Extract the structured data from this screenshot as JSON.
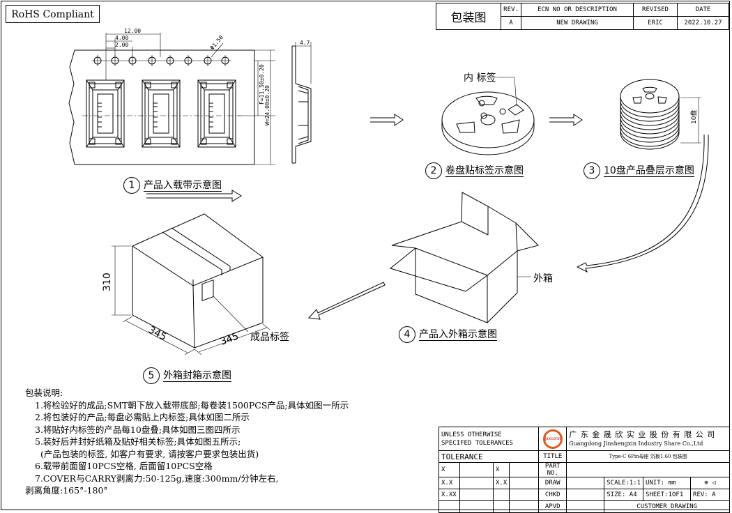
{
  "rohs": "RoHS Compliant",
  "header": {
    "title": "包装图",
    "rev_header": "REV.",
    "ecn_header": "ECN NO OR DESCRIPTION",
    "revised_header": "REVISED",
    "date_header": "DATE",
    "rev": "A",
    "ecn": "NEW DRAWING",
    "revised": "ERIC",
    "date": "2022.10.27"
  },
  "tape": {
    "dim_12": "12.00",
    "dim_4": "4.00",
    "dim_2": "2.00",
    "dim_hole": "Φ1.50",
    "dim_f": "F=11.50±0.20",
    "dim_w": "W=24.00±0.20",
    "dim_depth": "4.7"
  },
  "steps": [
    {
      "num": "1",
      "label": "产品入载带示意图"
    },
    {
      "num": "2",
      "label": "卷盘贴标签示意图"
    },
    {
      "num": "3",
      "label": "10盘产品叠层示意图"
    },
    {
      "num": "4",
      "label": "产品入外箱示意图"
    },
    {
      "num": "5",
      "label": "外箱封箱示意图"
    }
  ],
  "labels": {
    "inner_label": "内 标签",
    "stack_count": "10盘",
    "outer_box": "外箱",
    "product_label": "成品标签",
    "dim_height": "310",
    "dim_width1": "345",
    "dim_width2": "345"
  },
  "notes": {
    "title": "包装说明:",
    "lines": [
      "1.将检验好的成品;SMT朝下放入载带底部;每卷装1500PCS产品;具体如图一所示",
      "2.将包装好的产品;每盘必需贴上内标签;具体如图二所示",
      "3.将贴好内标签的产品每10盘叠;具体如图三图四所示",
      "5.装好后并封好纸箱及贴好相关标签;具体如图五所示;",
      "(产品包装的标签, 如客户有要求, 请按客户要求包装出货)",
      "6.载带前面留10PCS空格, 后面留10PCS空格",
      "7.COVER与CARRY剥离力:50-125g,速度:300mm/分钟左右,",
      "剥离角度:165°-180°"
    ]
  },
  "title_block": {
    "unless": "UNLESS OTHERWISE",
    "specified": "SPECIFED TOLERANCES",
    "tolerance": "TOLERANCE",
    "x": "X",
    "xx": "X.X",
    "xxx": "X.XX",
    "logo": "jsxconn",
    "company_cn": "广 东 金 晟 欣 实 业 股 份 有 限 公 司",
    "company_en": "Guangdong Jinshengxin Industry Share Co.,Ltd",
    "title_label": "TITLE",
    "title_value": "Type-C 6Pin母座 沉板1.60 包装图",
    "part_no": "PART NO.",
    "drawn": "DRAW",
    "checked": "CHKD",
    "approved": "APVD",
    "scale": "SCALE:1:1",
    "unit": "UNIT: mm",
    "size": "SIZE: A4",
    "sheet": "SHEET:1OF1",
    "rev": "REV: A",
    "customer": "CUSTOMER DRAWING"
  }
}
